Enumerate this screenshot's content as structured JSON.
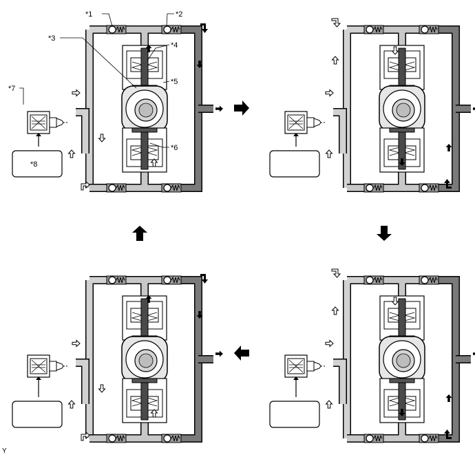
{
  "labels": {
    "l1": "*1",
    "l2": "*2",
    "l3": "*3",
    "l4": "*4",
    "l5": "*5",
    "l6": "*6",
    "l7": "*7",
    "l8": "*8"
  },
  "corner_mark": "Y",
  "colors": {
    "pipe_light": "#c8c8c8",
    "pipe_dark": "#787878",
    "outline": "#000000",
    "piston_core": "#4a4a4a"
  },
  "icons": [
    "check-valve-icon",
    "spring-icon",
    "flow-arrow-icon",
    "solenoid-icon",
    "cam-icon"
  ]
}
